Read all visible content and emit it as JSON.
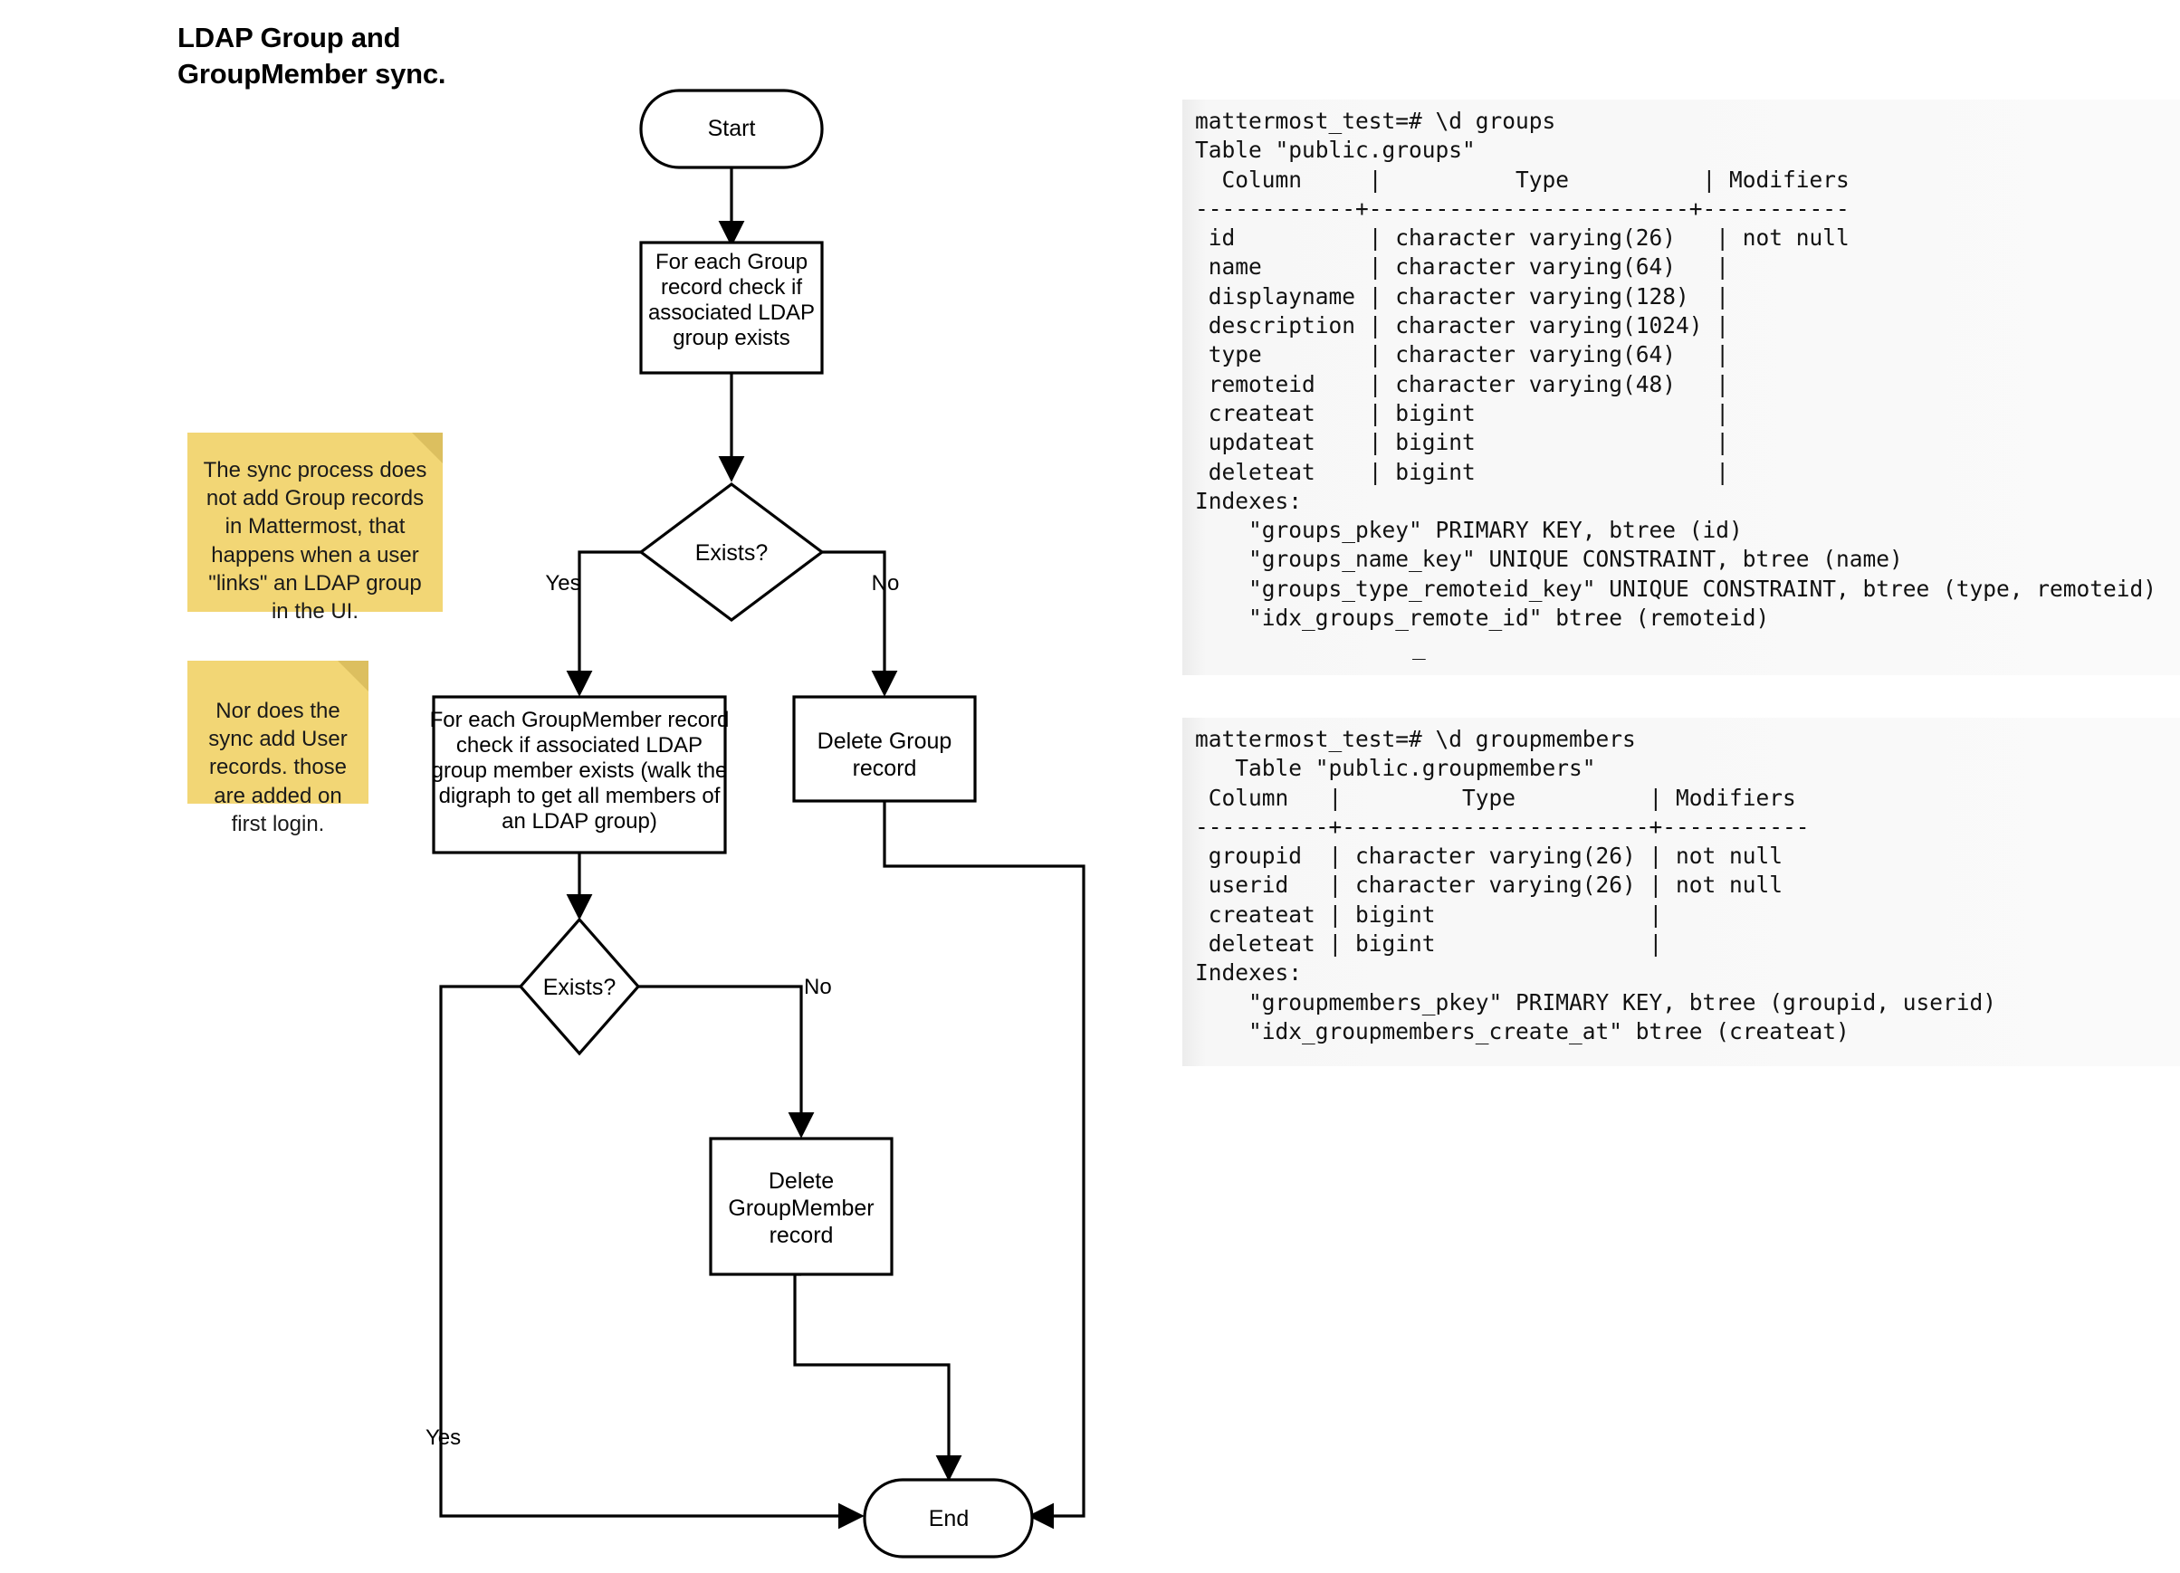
{
  "title": "LDAP Group and\nGroupMember sync.",
  "flowchart": {
    "nodes": {
      "start": "Start",
      "check_group": "For each Group\nrecord check if\nassociated LDAP\ngroup exists",
      "decision_1": "Exists?",
      "check_groupmember": "For each GroupMember record\ncheck if associated LDAP\ngroup member exists (walk the\ndigraph to get all members of\nan LDAP group)",
      "delete_group": "Delete Group\nrecord",
      "decision_2": "Exists?",
      "delete_groupmember": "Delete\nGroupMember\nrecord",
      "end": "End"
    },
    "edge_labels": {
      "d1_yes": "Yes",
      "d1_no": "No",
      "d2_no": "No",
      "d2_yes": "Yes"
    }
  },
  "notes": [
    {
      "id": "note-sync-group",
      "text": "The sync process does not add Group records in Mattermost, that happens when a user \"links\" an LDAP group in the UI."
    },
    {
      "id": "note-sync-user",
      "text": "Nor does the sync add User records. those are added on first login."
    }
  ],
  "terminals": {
    "groups": {
      "prompt": "mattermost_test=# \\d groups",
      "table_caption": "Table \"public.groups\"",
      "header": "  Column     |          Type          | Modifiers ",
      "divider": "------------+------------------------+-----------",
      "rows": [
        " id          | character varying(26)   | not null",
        " name        | character varying(64)   |",
        " displayname | character varying(128)  |",
        " description | character varying(1024) |",
        " type        | character varying(64)   |",
        " remoteid    | character varying(48)   |",
        " createat    | bigint                  |",
        " updateat    | bigint                  |",
        " deleteat    | bigint                  |"
      ],
      "indexes_label": "Indexes:",
      "indexes": [
        "    \"groups_pkey\" PRIMARY KEY, btree (id)",
        "    \"groups_name_key\" UNIQUE CONSTRAINT, btree (name)",
        "    \"groups_type_remoteid_key\" UNIQUE CONSTRAINT, btree (type, remoteid)",
        "    \"idx_groups_remote_id\" btree (remoteid)"
      ],
      "cursor": "_"
    },
    "groupmembers": {
      "prompt": "mattermost_test=# \\d groupmembers",
      "table_caption": "   Table \"public.groupmembers\"",
      "header": " Column   |         Type          | Modifiers ",
      "divider": "----------+-----------------------+-----------",
      "rows": [
        " groupid  | character varying(26) | not null",
        " userid   | character varying(26) | not null",
        " createat | bigint                |",
        " deleteat | bigint                |"
      ],
      "indexes_label": "Indexes:",
      "indexes": [
        "    \"groupmembers_pkey\" PRIMARY KEY, btree (groupid, userid)",
        "    \"idx_groupmembers_create_at\" btree (createat)"
      ]
    }
  },
  "colors": {
    "sticky_fill": "#f2d675",
    "sticky_fold": "#dcbf5f",
    "stroke": "#000000",
    "terminal_bg": "#f7f7f7"
  }
}
